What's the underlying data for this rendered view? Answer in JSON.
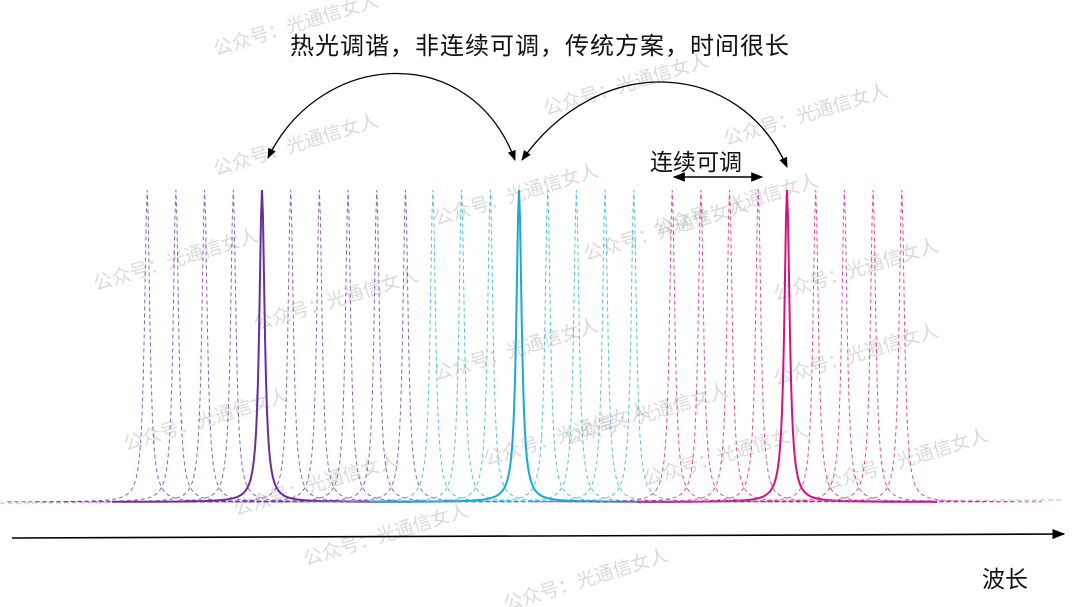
{
  "title": "热光调谐，非连续可调，传统方案，时间很长",
  "continuous_label": "连续可调",
  "x_axis_label": "波长",
  "watermark": "公众号：光通信女人",
  "colors": {
    "purple": "#6a2d9c",
    "cyan": "#1aa9d6",
    "magenta": "#d4127f",
    "axis": "#000000"
  },
  "groups": [
    {
      "name": "purple",
      "dashed_before": 4,
      "dashed_after": 5
    },
    {
      "name": "cyan",
      "dashed_before": 3,
      "dashed_after": 4
    },
    {
      "name": "magenta",
      "dashed_before": 4,
      "dashed_after": 4
    }
  ]
}
